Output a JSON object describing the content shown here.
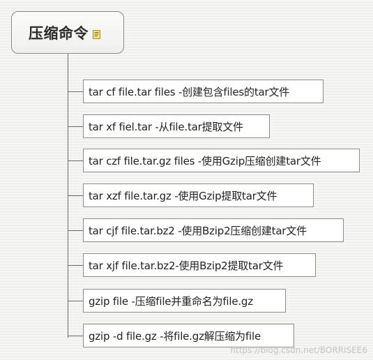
{
  "root": {
    "title": "压缩命令",
    "icon": "note-icon"
  },
  "nodes": [
    {
      "label": "tar cf file.tar files -创建包含files的tar文件"
    },
    {
      "label": "tar xf fiel.tar -从file.tar提取文件"
    },
    {
      "label": "tar czf file.tar.gz files -使用Gzip压缩创建tar文件"
    },
    {
      "label": "tar xzf  file.tar.gz -使用Gzip提取tar文件"
    },
    {
      "label": "tar cjf file.tar.bz2 -使用Bzip2压缩创建tar文件"
    },
    {
      "label": "tar xjf file.tar.bz2-使用Bzip2提取tar文件"
    },
    {
      "label": "gzip file -压缩file并重命名为file.gz"
    },
    {
      "label": "gzip -d file.gz -将file.gz解压缩为file"
    }
  ],
  "watermark": "https://blog.csdn.net/BORRISEE6"
}
